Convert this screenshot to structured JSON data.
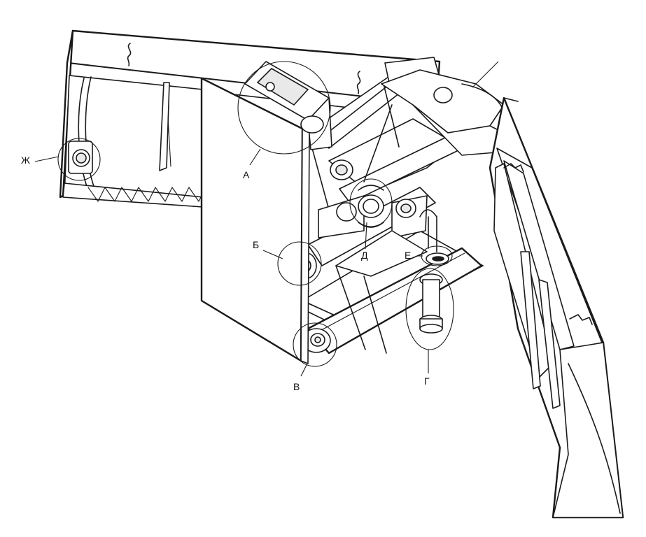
{
  "labels": {
    "a": "А",
    "b": "Б",
    "v": "В",
    "g": "Г",
    "d": "Д",
    "e": "Е",
    "zh": "Ж"
  },
  "colors": {
    "line": "#1a1a1a",
    "background": "#ffffff"
  }
}
